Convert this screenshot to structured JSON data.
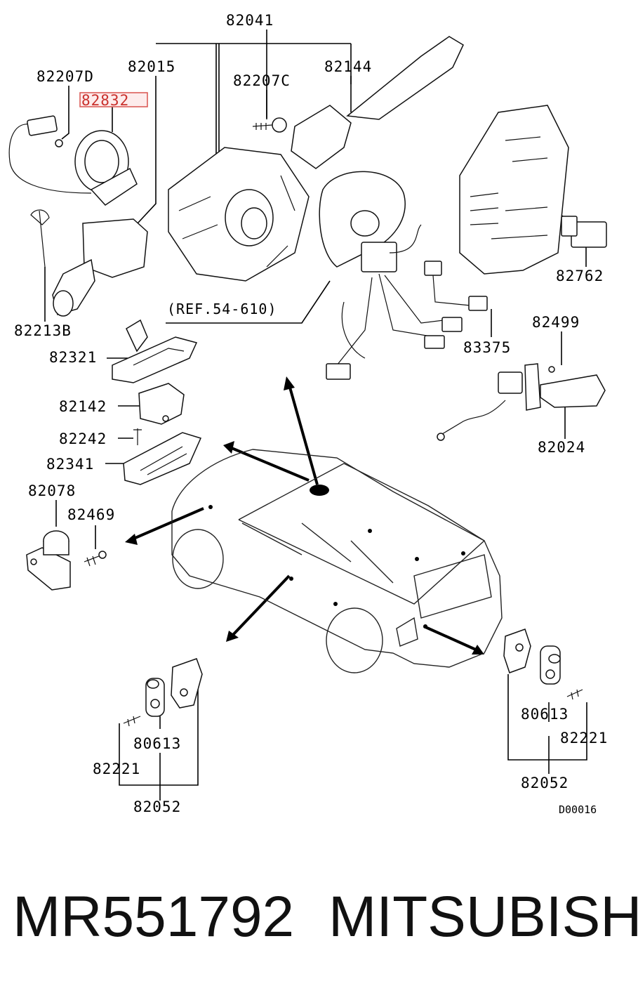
{
  "diagram": {
    "labels": {
      "l82041": "82041",
      "l82015": "82015",
      "l82207D": "82207D",
      "l82832": "82832",
      "l82207C": "82207C",
      "l82144": "82144",
      "l82762": "82762",
      "l82213B": "82213B",
      "ref": "(REF.54-610)",
      "l82321": "82321",
      "l83375": "83375",
      "l82499": "82499",
      "l82142": "82142",
      "l82242": "82242",
      "l82341": "82341",
      "l82024": "82024",
      "l82078": "82078",
      "l82469": "82469",
      "l80613_left": "80613",
      "l82221_left": "82221",
      "l82052_left": "82052",
      "l80613_right": "80613",
      "l82221_right": "82221",
      "l82052_right": "82052",
      "code": "D00016"
    },
    "highlight_color": "#d9534f"
  },
  "footer": {
    "part_number": "MR551792",
    "brand": "MITSUBISHI"
  }
}
